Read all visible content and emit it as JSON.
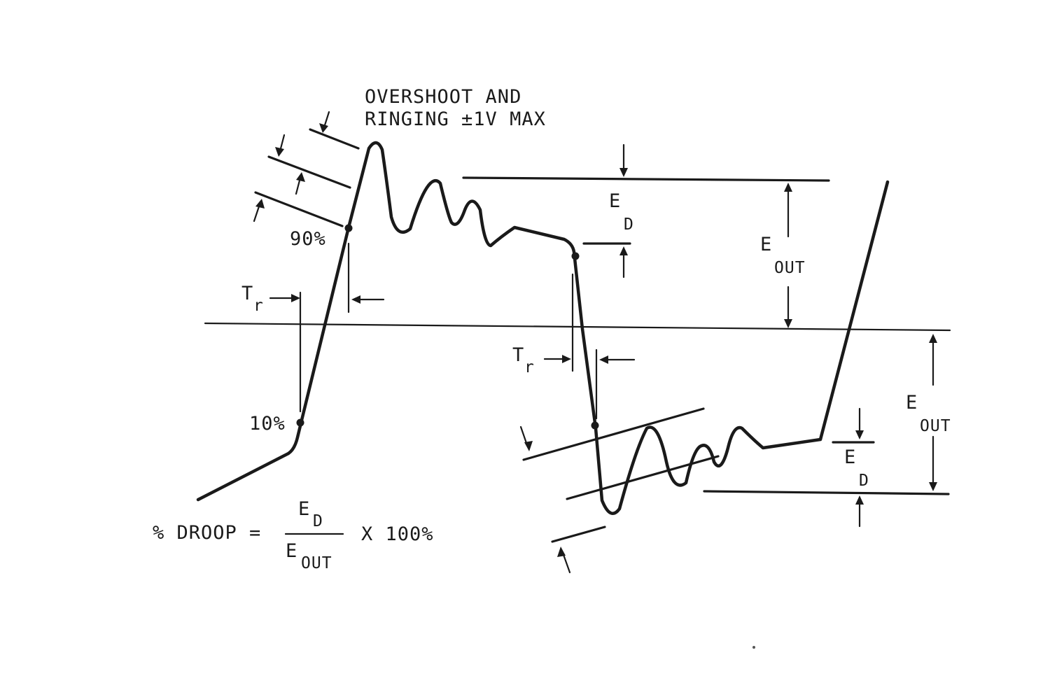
{
  "diagram": {
    "overshoot_label_line1": "OVERSHOOT AND",
    "overshoot_label_line2": "RINGING ±1V MAX",
    "label_90": "90%",
    "label_10": "10%",
    "tr_letter": "T",
    "tr_sub": "r",
    "e_letter": "E",
    "d_sub": "D",
    "out_sub": "OUT",
    "formula": {
      "prefix": "% DROOP =",
      "numerator_letter": "E",
      "numerator_sub": "D",
      "denominator_letter": "E",
      "denominator_sub": "OUT",
      "suffix": "X 100%"
    }
  }
}
